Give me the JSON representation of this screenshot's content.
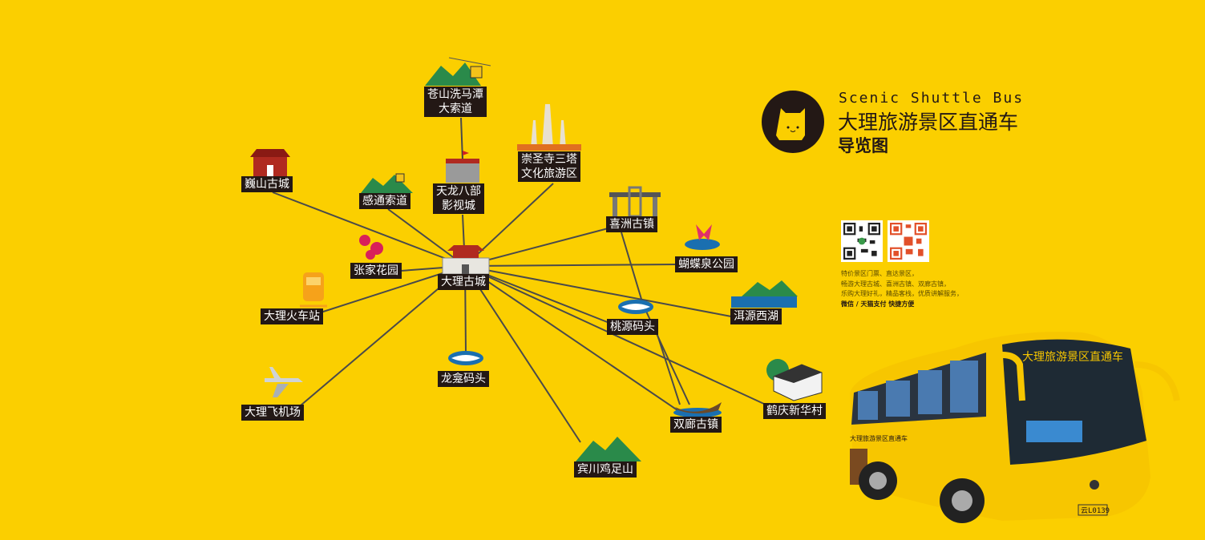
{
  "brand": {
    "title_en": "Scenic Shuttle Bus",
    "title_cn": "大理旅游景区直通车",
    "subtitle": "导览图",
    "logo_icon": "bear-face-icon"
  },
  "colors": {
    "background": "#FBCF00",
    "label_bg": "#231815",
    "label_text": "#FFFFFF",
    "line": "#4a4a4a"
  },
  "map": {
    "hub": "大理古城",
    "nodes": {
      "cangshan": [
        "苍山洗马潭",
        "大索道"
      ],
      "chongsheng": [
        "崇圣寺三塔",
        "文化旅游区"
      ],
      "weishan": "巍山古城",
      "gantong": "感通索道",
      "tianlong": [
        "天龙八部",
        "影视城"
      ],
      "xizhou": "喜洲古镇",
      "hudiequan": "蝴蝶泉公园",
      "zhangjia": "张家花园",
      "train": "大理火车站",
      "eryuan": "洱源西湖",
      "taoyuan": "桃源码头",
      "longkan": "龙龛码头",
      "airport": "大理飞机场",
      "shuanglang": "双廊古镇",
      "heqing": "鹤庆新华村",
      "jizu": "宾川鸡足山"
    }
  },
  "info": {
    "lines": [
      "特价景区门票、直达景区，",
      "畅游大理古城、喜洲古镇、双廊古镇，",
      "乐购大理好礼，精品客栈，优质讲解服务，"
    ],
    "bold_line": "微信 / 天猫支付 快捷方便"
  },
  "bus": {
    "destination_sign": "大理旅游景区直通车",
    "side_text": "大理旅游景区直通车",
    "plate": "云L0139"
  }
}
